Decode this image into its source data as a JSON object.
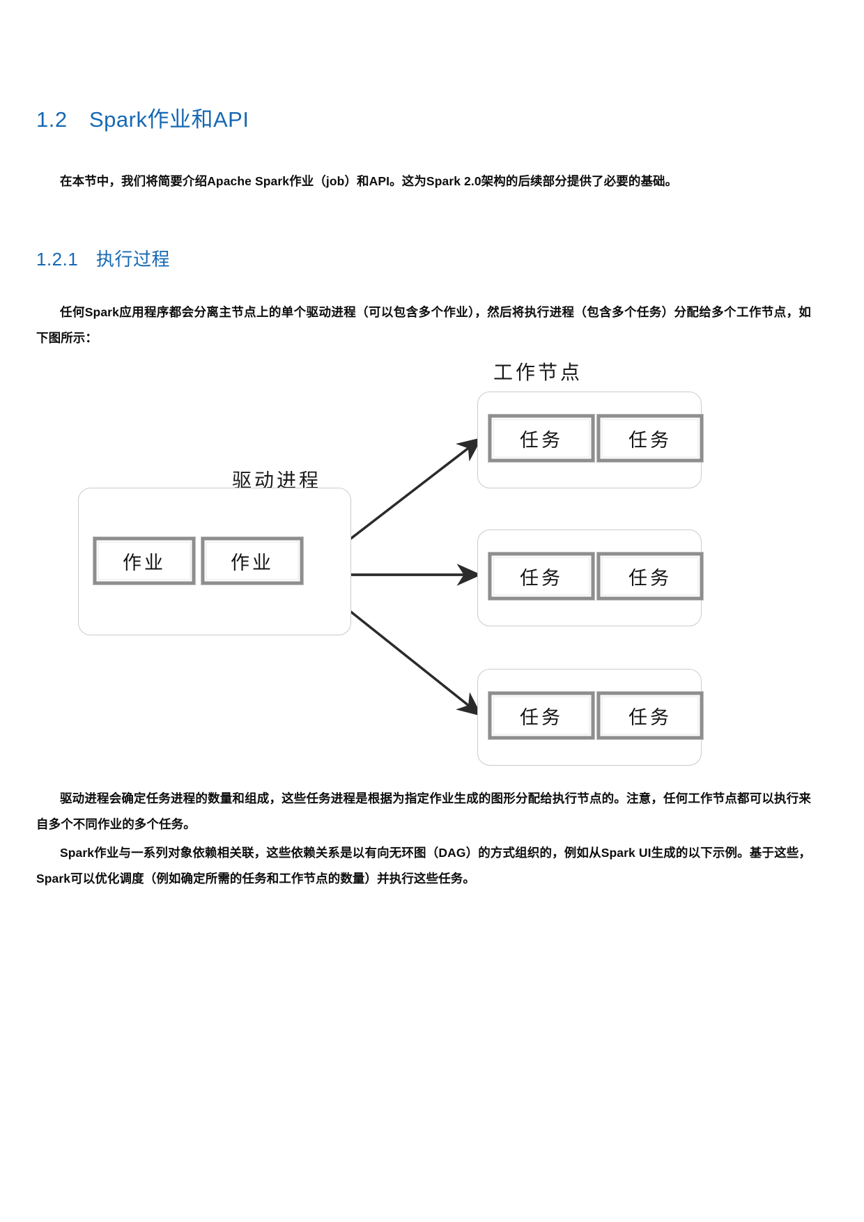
{
  "document": {
    "sections": [
      {
        "number": "1.2",
        "title": "Spark作业和API"
      },
      {
        "number": "1.2.1",
        "title": "执行过程"
      }
    ],
    "paragraphs": {
      "intro": "在本节中，我们将简要介绍Apache Spark作业（job）和API。这为Spark 2.0架构的后续部分提供了必要的基础。",
      "execution": "任何Spark应用程序都会分离主节点上的单个驱动进程（可以包含多个作业），然后将执行进程（包含多个任务）分配给多个工作节点，如下图所示：",
      "after_figure_1": "驱动进程会确定任务进程的数量和组成，这些任务进程是根据为指定作业生成的图形分配给执行节点的。注意，任何工作节点都可以执行来自多个不同作业的多个任务。",
      "after_figure_2": "Spark作业与一系列对象依赖相关联，这些依赖关系是以有向无环图（DAG）的方式组织的，例如从Spark UI生成的以下示例。基于这些，Spark可以优化调度（例如确定所需的任务和工作节点的数量）并执行这些任务。"
    },
    "figure": {
      "labels": {
        "worker_nodes": "工作节点",
        "driver_process": "驱动进程"
      },
      "driver": {
        "jobs": [
          "作业",
          "作业"
        ]
      },
      "workers": [
        {
          "tasks": [
            "任务",
            "任务"
          ]
        },
        {
          "tasks": [
            "任务",
            "任务"
          ]
        },
        {
          "tasks": [
            "任务",
            "任务"
          ]
        }
      ]
    },
    "colors": {
      "heading_blue": "#1668b3",
      "body_text": "#0d0d0d",
      "box_border": "#c8cbcd",
      "sketch_border": "#8e8e8e",
      "arrow": "#2b2b2b"
    }
  }
}
